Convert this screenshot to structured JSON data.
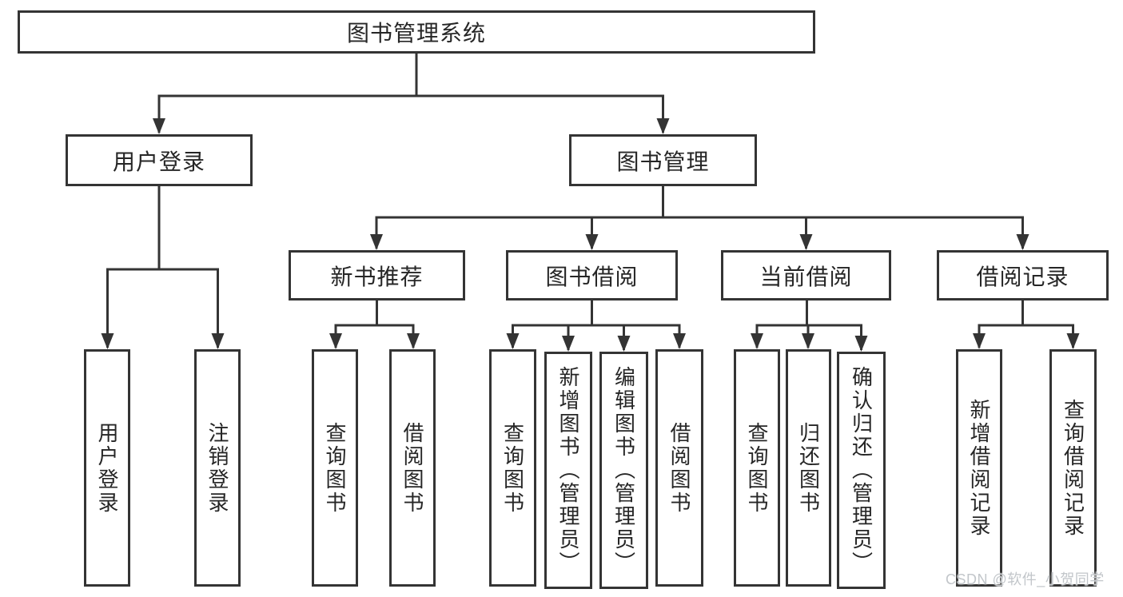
{
  "diagram": {
    "root": {
      "label": "图书管理系统"
    },
    "branches": [
      {
        "label": "用户登录",
        "children": [
          {
            "label": "用户登录"
          },
          {
            "label": "注销登录"
          }
        ]
      },
      {
        "label": "图书管理",
        "children": [
          {
            "label": "新书推荐",
            "children": [
              {
                "label": "查询图书"
              },
              {
                "label": "借阅图书"
              }
            ]
          },
          {
            "label": "图书借阅",
            "children": [
              {
                "label": "查询图书"
              },
              {
                "label": "新增图书（管理员）"
              },
              {
                "label": "编辑图书（管理员）"
              },
              {
                "label": "借阅图书"
              }
            ]
          },
          {
            "label": "当前借阅",
            "children": [
              {
                "label": "查询图书"
              },
              {
                "label": "归还图书"
              },
              {
                "label": "确认归还（管理员）"
              }
            ]
          },
          {
            "label": "借阅记录",
            "children": [
              {
                "label": "新增借阅记录"
              },
              {
                "label": "查询借阅记录"
              }
            ]
          }
        ]
      }
    ]
  },
  "watermark": {
    "text": "CSDN @软件_小贺同学"
  },
  "colors": {
    "line": "#343434",
    "box_border": "#343434",
    "box_fill": "#ffffff",
    "text": "#262626",
    "watermark": "#c2c6ca",
    "background": "#ffffff"
  }
}
